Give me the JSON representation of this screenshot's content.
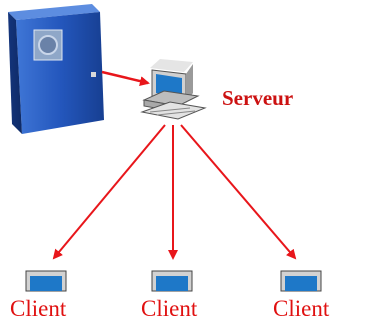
{
  "diagram": {
    "server_label": "Serveur",
    "clients": [
      {
        "label": "Client"
      },
      {
        "label": "Client"
      },
      {
        "label": "Client"
      }
    ],
    "colors": {
      "arrow": "#e8161b",
      "label": "#cc1111",
      "cabinet": "#1f4fb0",
      "monitor_screen": "#1e78c8",
      "computer_body": "#c8c8c8"
    }
  }
}
